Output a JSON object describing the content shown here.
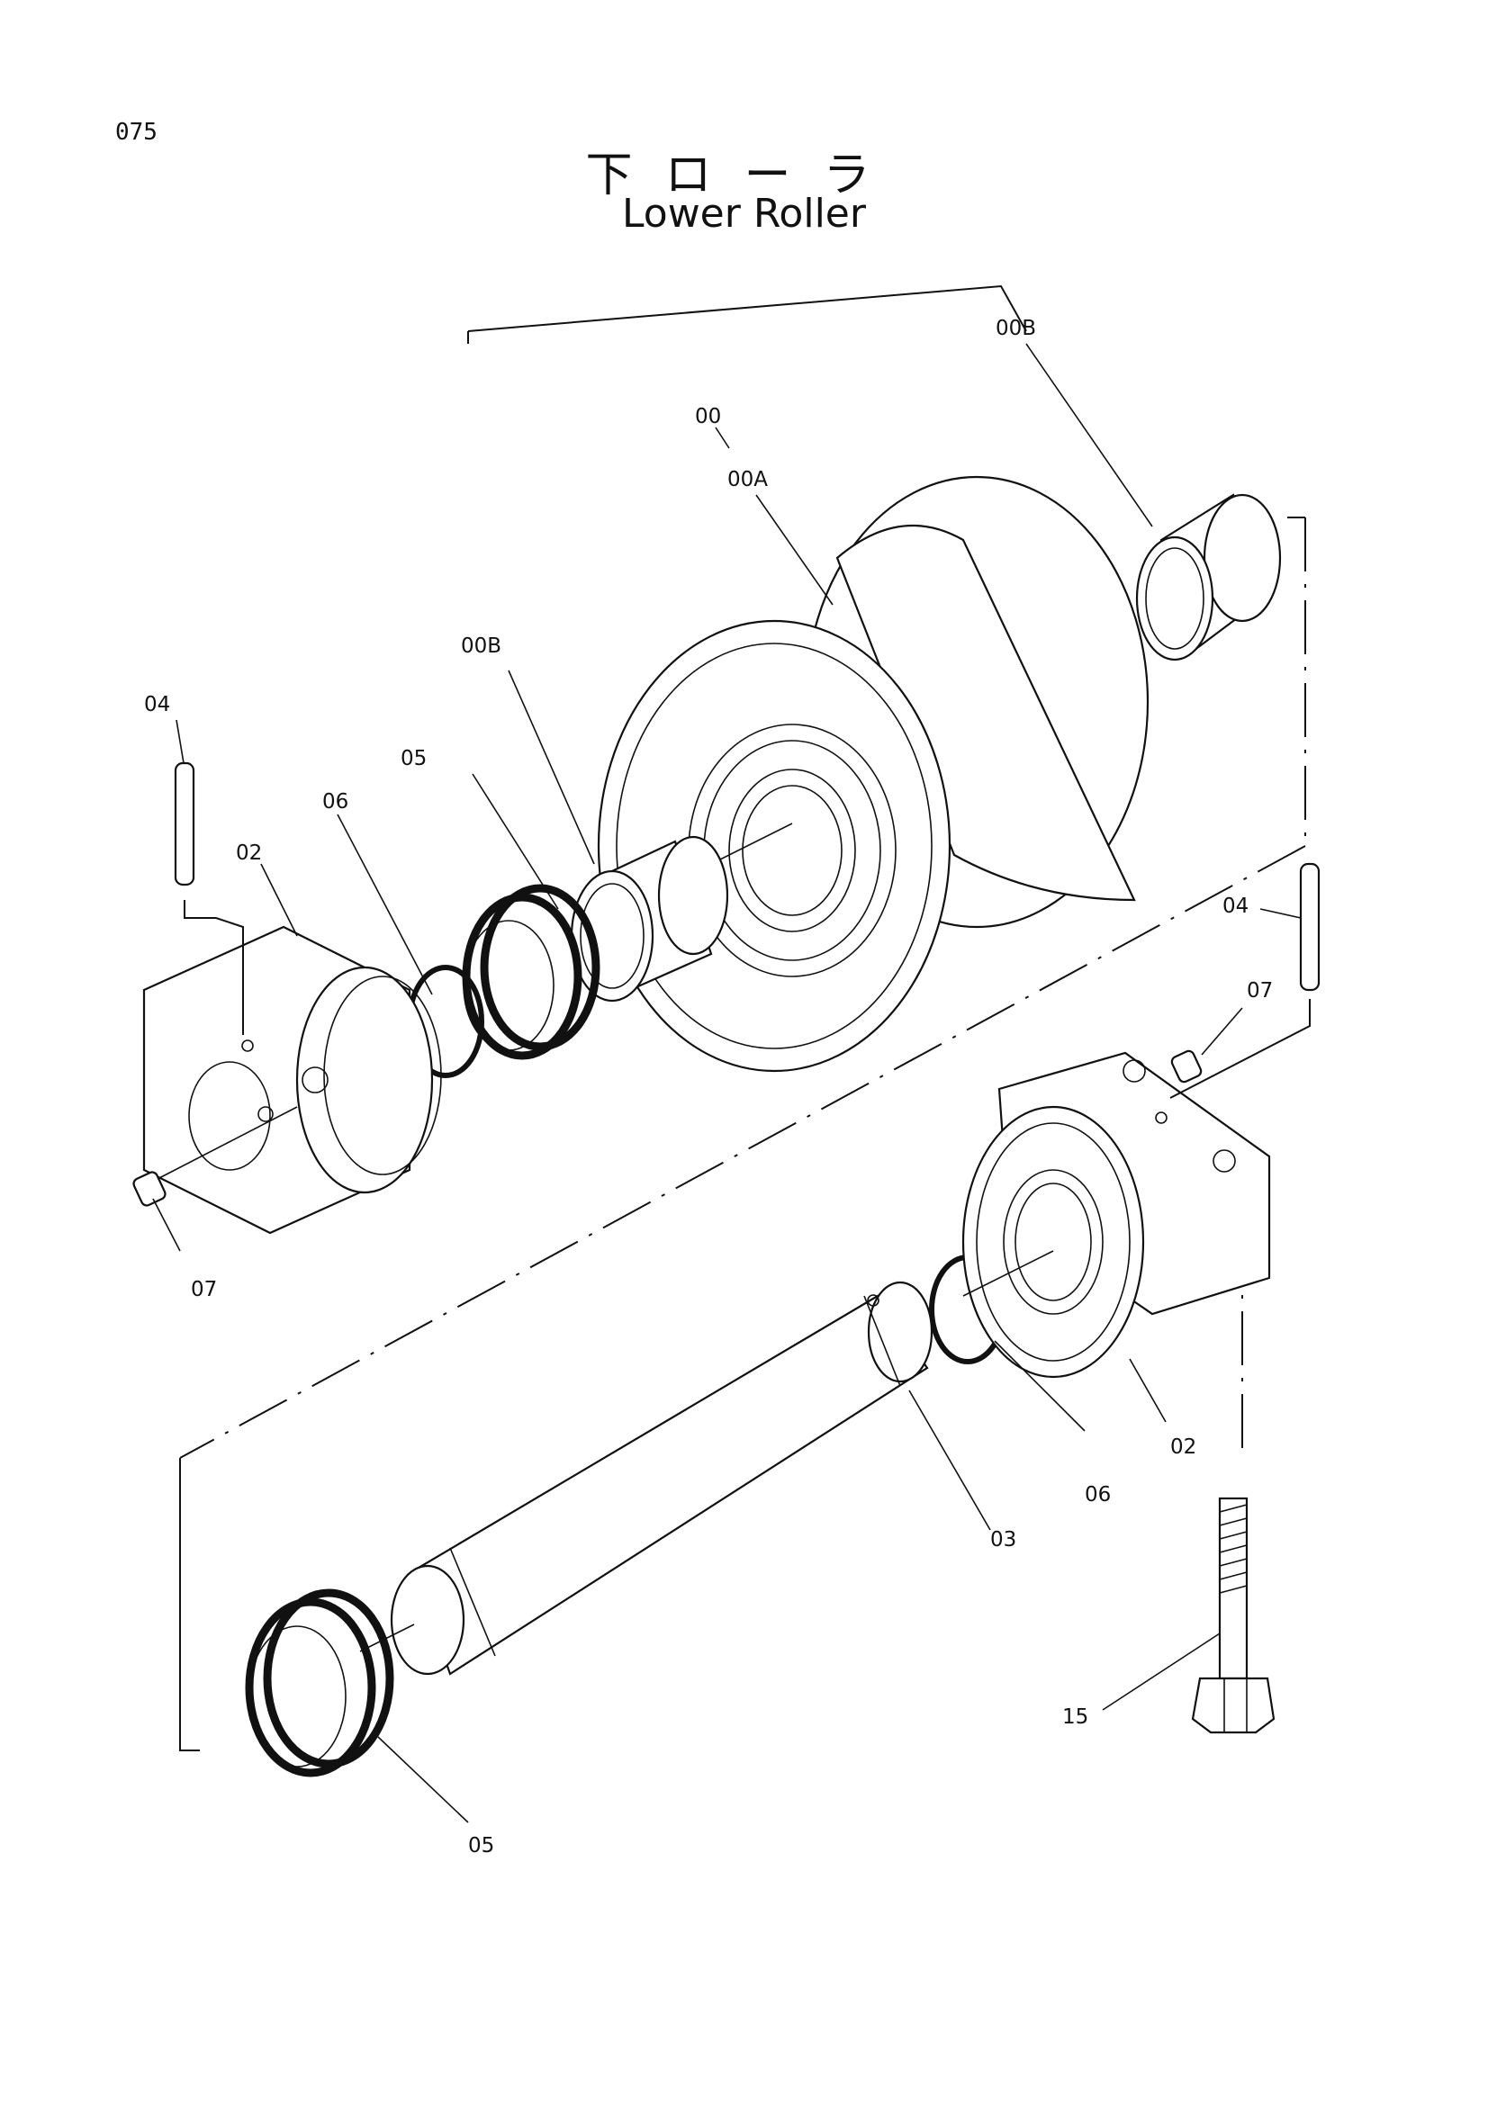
{
  "page_number": "075",
  "title_jp": "下ローラ",
  "title_en": "Lower Roller",
  "labels": {
    "l00": "00",
    "l00A": "00A",
    "l00B_top": "00B",
    "l00B_left": "00B",
    "l02_left": "02",
    "l02_right": "02",
    "l03": "03",
    "l04_left": "04",
    "l04_right": "04",
    "l05_top": "05",
    "l05_bottom": "05",
    "l06_left": "06",
    "l06_right": "06",
    "l07_left": "07",
    "l07_right": "07",
    "l15": "15"
  }
}
